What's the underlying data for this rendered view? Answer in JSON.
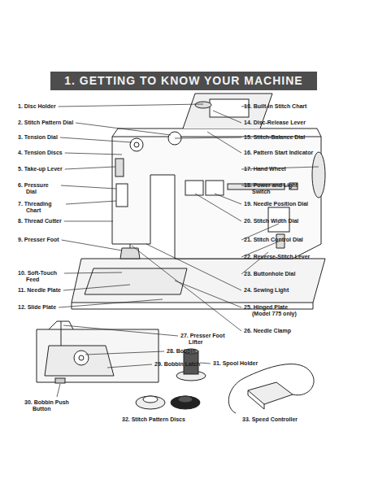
{
  "diagram": {
    "title": "1. GETTING TO KNOW YOUR MACHINE",
    "labels": [
      "1. Disc Holder",
      "2. Stitch Pattern Dial",
      "3. Tension Dial",
      "4. Tension Discs",
      "5. Take-up Lever",
      "6. Pressure Dial",
      "7. Threading Chart",
      "8. Thread Cutter",
      "9. Presser Foot",
      "10. Soft-Touch Feed",
      "11. Needle Plate",
      "12. Slide Plate",
      "13. Built-in Stitch Chart",
      "14. Disc-Release Lever",
      "15. Stitch-Balance Dial",
      "16. Pattern Start Indicator",
      "17. Hand Wheel",
      "18. Power and Light Switch",
      "19. Needle Position Dial",
      "20. Stitch Width Dial",
      "21. Stitch Control Dial",
      "22. Reverse-Stitch Lever",
      "23. Buttonhole Dial",
      "24. Sewing Light",
      "25. Hinged Plate (Model 775 only)",
      "26. Needle Clamp",
      "27. Presser Foot Lifter",
      "28. Bobbin",
      "29. Bobbin Latch",
      "30. Bobbin Push Button",
      "31. Spool Holder",
      "32. Stitch Pattern Discs",
      "33. Speed Controller"
    ]
  }
}
